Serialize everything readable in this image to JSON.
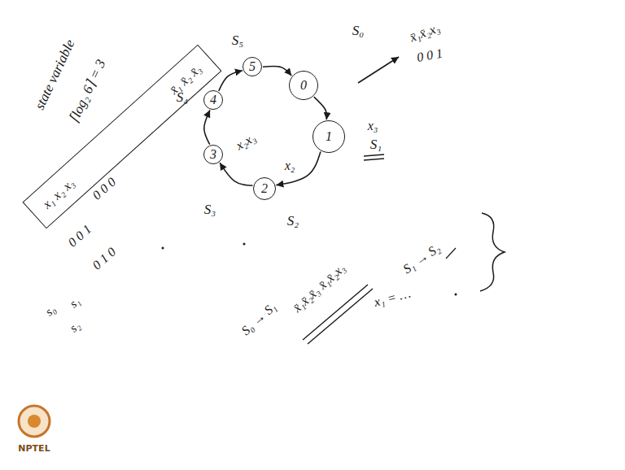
{
  "diagram": {
    "nodes": [
      {
        "text": [
          "0"
        ]
      },
      {
        "text": [
          "1"
        ]
      },
      {
        "text": [
          "2"
        ]
      },
      {
        "text": [
          "3"
        ]
      },
      {
        "text": [
          "4"
        ]
      },
      {
        "text": [
          "5"
        ]
      },
      {
        "text": [
          "x₁ x₂ x₃",
          "x̄₁ x̄₂ x̄₃"
        ]
      }
    ],
    "edges": [
      {
        "from": 0,
        "to": 1,
        "arrow": "to"
      },
      {
        "from": 1,
        "to": 2,
        "arrow": "to"
      },
      {
        "from": 2,
        "to": 3,
        "arrow": "to"
      },
      {
        "from": 3,
        "to": 4,
        "arrow": "to"
      },
      {
        "from": 4,
        "to": 5,
        "arrow": "to"
      },
      {
        "from": 5,
        "to": 0,
        "arrow": "to"
      }
    ],
    "labels": [
      "state variable",
      "⌈log₂ 6⌉ = 3",
      "0 0 0",
      "0 0 1",
      "0 1 0",
      "s₀",
      "s₁",
      "s₂",
      "S₀",
      "S₁",
      "S₂",
      "S₃",
      "S₄",
      "S₅",
      "x₃",
      "x₂",
      "x₂x₃",
      "x̄₁x̄₂x₃",
      "0 0 1",
      "S₀ → S₁",
      "x̄₁x̄₂x̄₃ x̄₁x̄₂x₃",
      "S₁ → S₂",
      "x₁ = …",
      "NPTEL"
    ]
  }
}
